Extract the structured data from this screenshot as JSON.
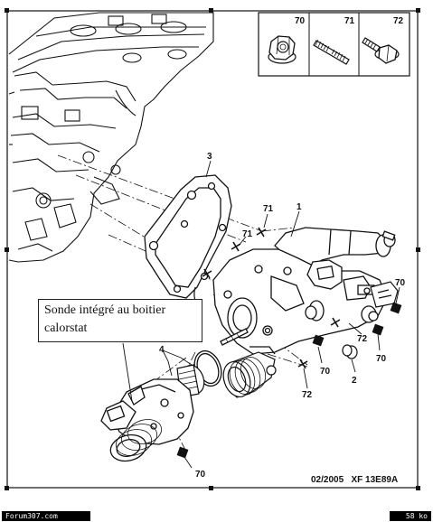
{
  "parts_legend": [
    {
      "ref": "70",
      "icon": "flange-nut-icon"
    },
    {
      "ref": "71",
      "icon": "stud-icon"
    },
    {
      "ref": "72",
      "icon": "flange-bolt-icon"
    }
  ],
  "callouts": {
    "c3": "3",
    "c1": "1",
    "c71a": "71",
    "c71b": "71",
    "c70a": "70",
    "c72a": "72",
    "c70b": "70",
    "c70c": "70",
    "c2": "2",
    "c72b": "72",
    "c4": "4",
    "c70d": "70"
  },
  "note": {
    "line1": "Sonde intégré au boitier",
    "line2": "calorstat"
  },
  "reference": "02/2005   XF 13E89A",
  "footer": {
    "left": "Forum307.com",
    "right": "58 ko"
  }
}
